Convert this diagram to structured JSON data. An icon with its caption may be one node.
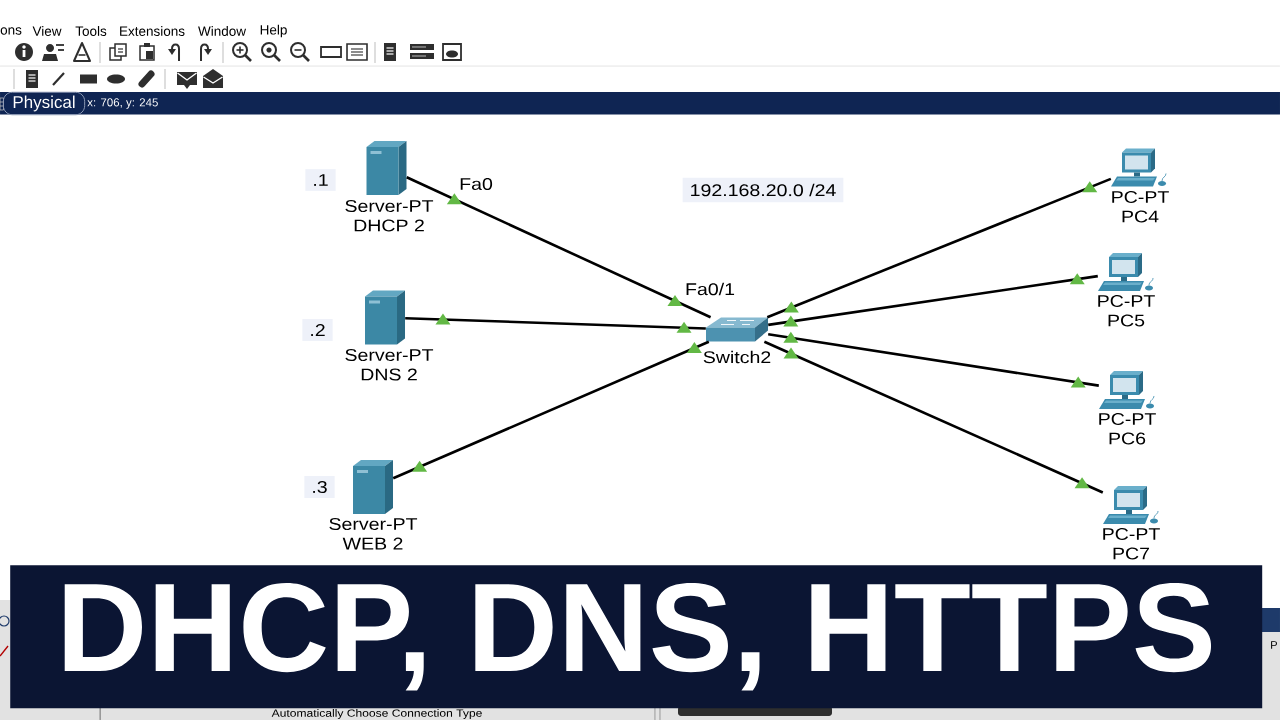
{
  "diagram": {
    "title": "DHCP, DNS, HTTPS",
    "nodes": [
      {
        "text": [
          "Server-PT",
          "DHCP 2"
        ],
        "beside": [
          ".1"
        ]
      },
      {
        "text": [
          "Server-PT",
          "DNS 2"
        ],
        "beside": [
          ".2"
        ]
      },
      {
        "text": [
          "Server-PT",
          "WEB 2"
        ],
        "beside": [
          ".3"
        ]
      },
      {
        "text": [
          "Switch2"
        ]
      },
      {
        "text": [
          "PC-PT",
          "PC4"
        ]
      },
      {
        "text": [
          "PC-PT",
          "PC5"
        ]
      },
      {
        "text": [
          "PC-PT",
          "PC6"
        ]
      },
      {
        "text": [
          "PC-PT",
          "PC7"
        ]
      }
    ],
    "edges": [
      {
        "from": 0,
        "to": 3,
        "arrow": "to"
      },
      {
        "from": 1,
        "to": 3,
        "arrow": "to"
      },
      {
        "from": 2,
        "to": 3,
        "arrow": "to"
      },
      {
        "from": 3,
        "to": 4,
        "arrow": "to"
      },
      {
        "from": 3,
        "to": 5,
        "arrow": "to"
      },
      {
        "from": 3,
        "to": 6,
        "arrow": "to"
      },
      {
        "from": 3,
        "to": 7,
        "arrow": "to"
      }
    ],
    "labels": [
      "ons",
      "View",
      "Tools",
      "Extensions",
      "Window",
      "Help",
      "Physical",
      "x: 706, y: 245",
      "Fa0",
      "192.168.20.0 /24",
      "Fa0/1",
      "P",
      "Automatically Choose Connection Type"
    ]
  }
}
